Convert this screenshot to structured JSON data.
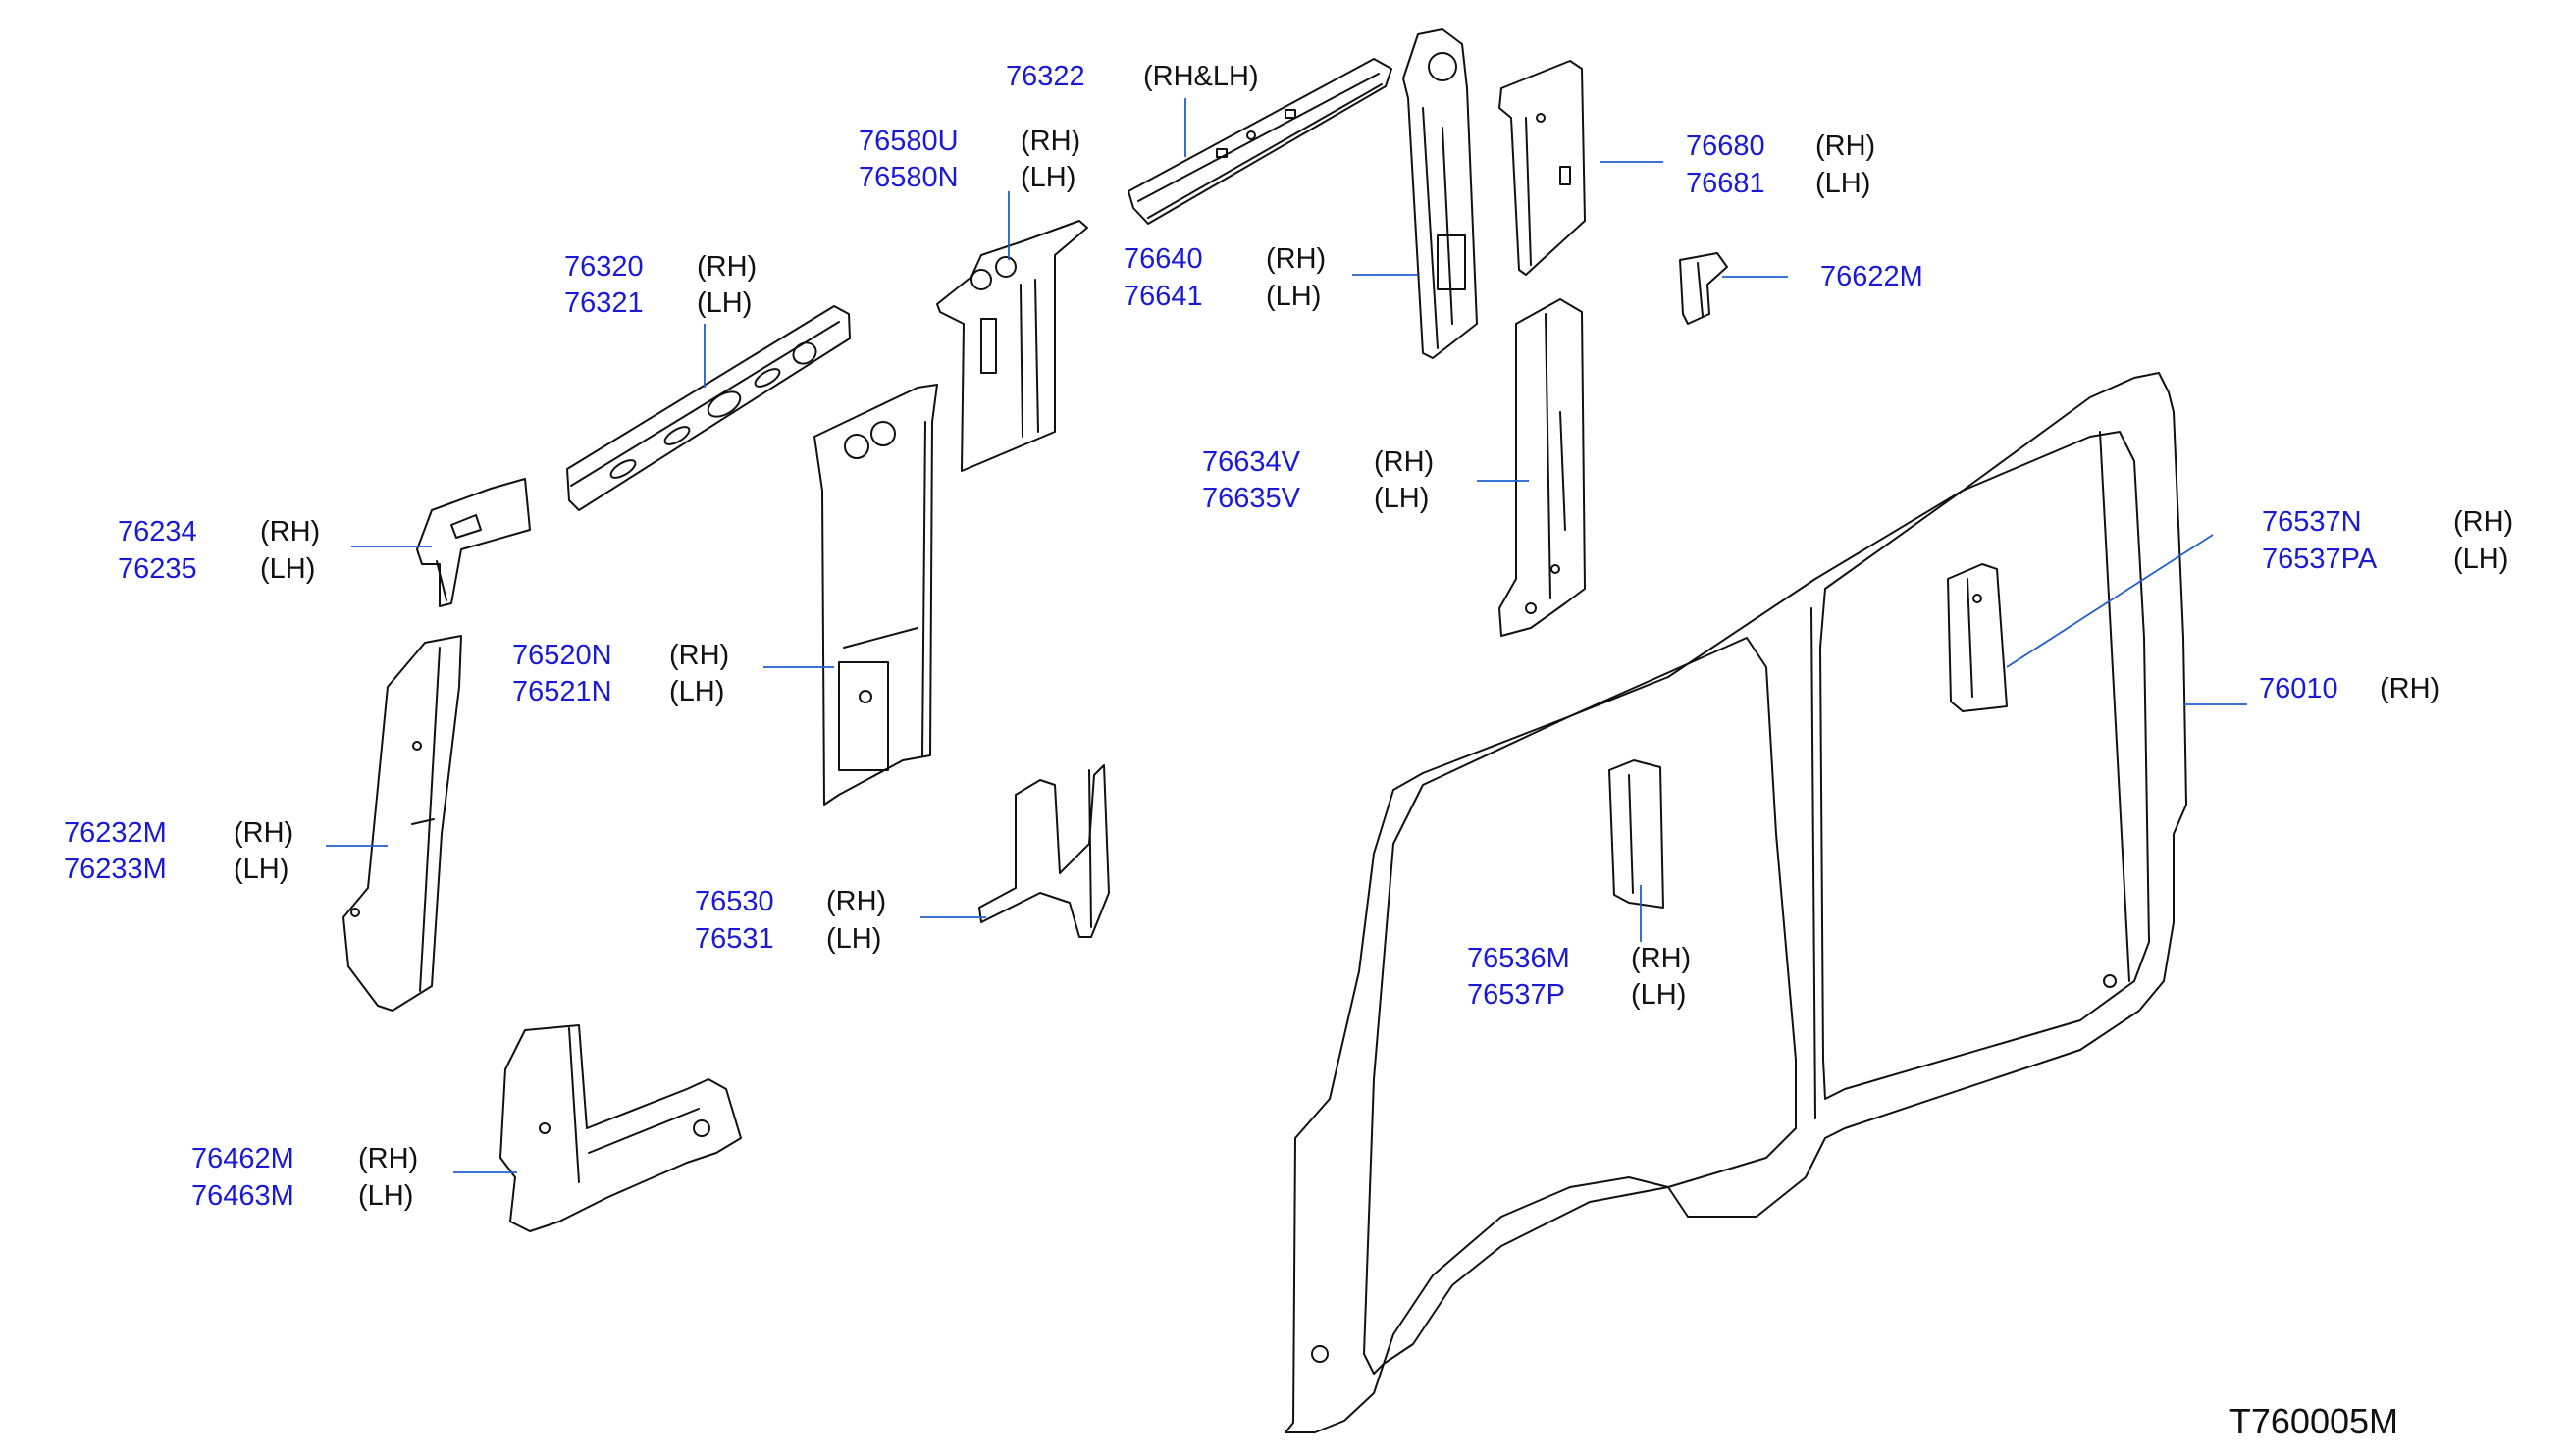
{
  "diagram_ref": "T760005M",
  "colors": {
    "part_number": "#1a1ad6",
    "side_text": "#111111",
    "line": "#111111",
    "leader": "#1f5fd0"
  },
  "callouts": {
    "c76322": {
      "pn1": "76322",
      "sd1": "(RH&LH)"
    },
    "c76580": {
      "pn1": "76580U",
      "sd1": "(RH)",
      "pn2": "76580N",
      "sd2": "(LH)"
    },
    "c76320": {
      "pn1": "76320",
      "sd1": "(RH)",
      "pn2": "76321",
      "sd2": "(LH)"
    },
    "c76640": {
      "pn1": "76640",
      "sd1": "(RH)",
      "pn2": "76641",
      "sd2": "(LH)"
    },
    "c76680": {
      "pn1": "76680",
      "sd1": "(RH)",
      "pn2": "76681",
      "sd2": "(LH)"
    },
    "c76622": {
      "pn1": "76622M"
    },
    "c76634": {
      "pn1": "76634V",
      "sd1": "(RH)",
      "pn2": "76635V",
      "sd2": "(LH)"
    },
    "c76234": {
      "pn1": "76234",
      "sd1": "(RH)",
      "pn2": "76235",
      "sd2": "(LH)"
    },
    "c76537n": {
      "pn1": "76537N",
      "sd1": "(RH)",
      "pn2": "76537PA",
      "sd2": "(LH)"
    },
    "c76520": {
      "pn1": "76520N",
      "sd1": "(RH)",
      "pn2": "76521N",
      "sd2": "(LH)"
    },
    "c76010": {
      "pn1": "76010",
      "sd1": "(RH)"
    },
    "c76232": {
      "pn1": "76232M",
      "sd1": "(RH)",
      "pn2": "76233M",
      "sd2": "(LH)"
    },
    "c76530": {
      "pn1": "76530",
      "sd1": "(RH)",
      "pn2": "76531",
      "sd2": "(LH)"
    },
    "c76536": {
      "pn1": "76536M",
      "sd1": "(RH)",
      "pn2": "76537P",
      "sd2": "(LH)"
    },
    "c76462": {
      "pn1": "76462M",
      "sd1": "(RH)",
      "pn2": "76463M",
      "sd2": "(LH)"
    }
  }
}
